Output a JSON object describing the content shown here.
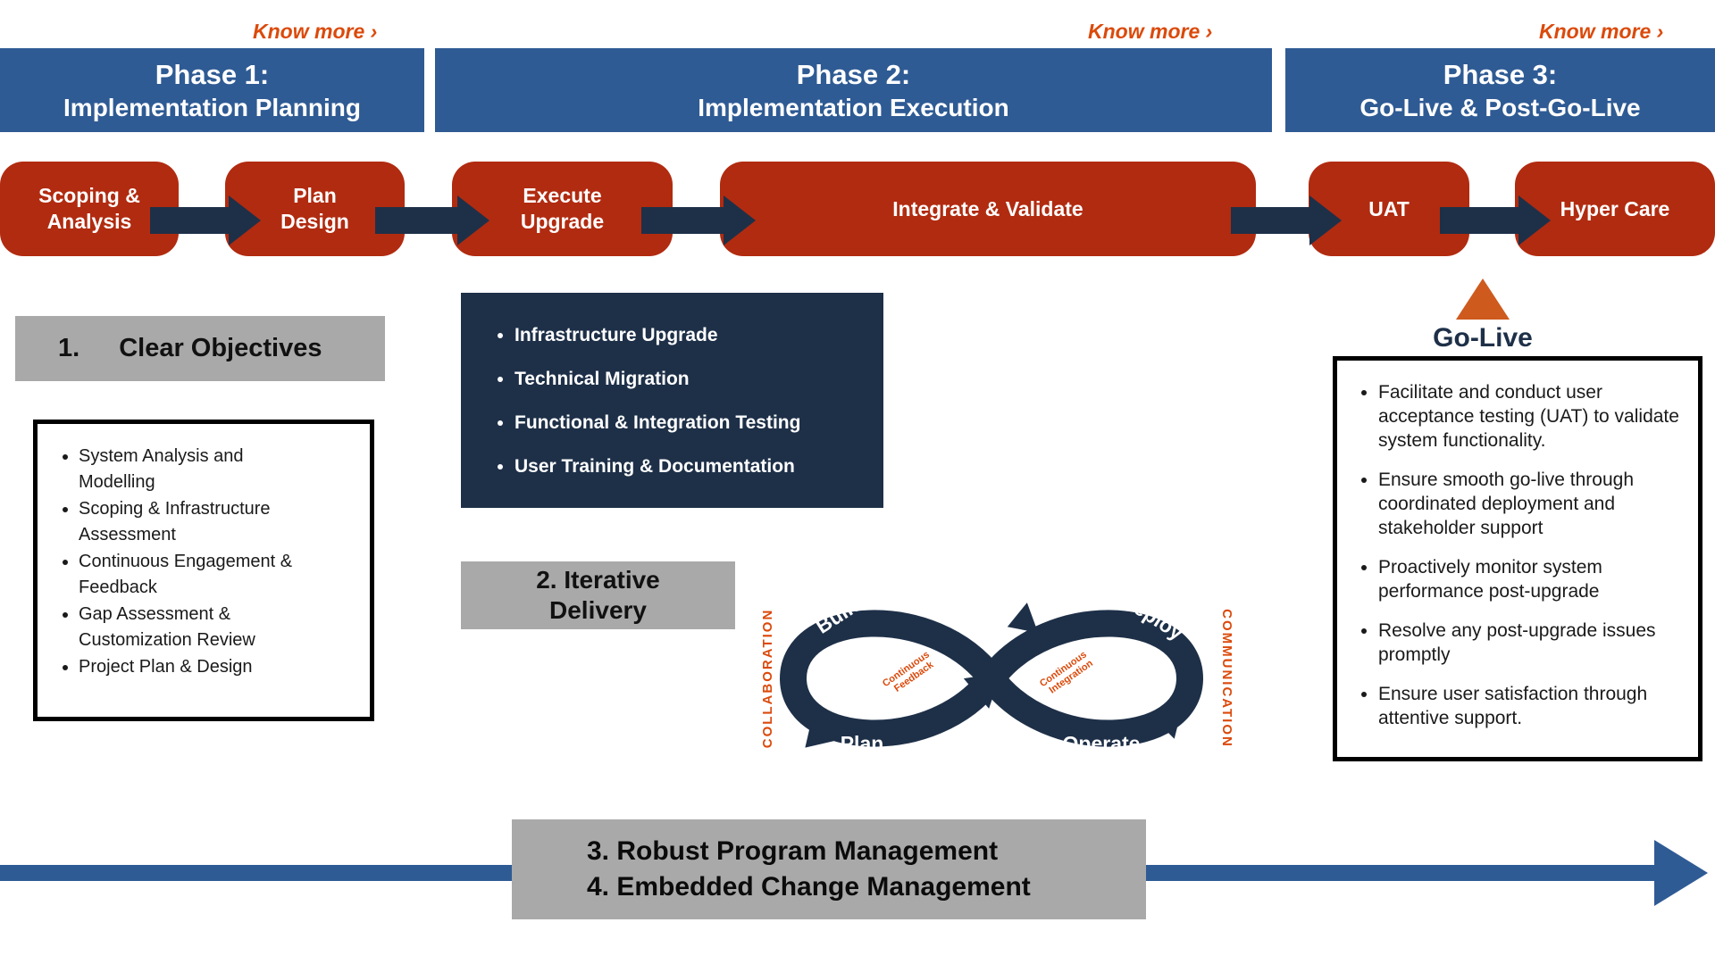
{
  "palette": {
    "blue": "#2F5B94",
    "red": "#B12B10",
    "navy": "#1E3048",
    "gray": "#A9A9A9",
    "orange": "#DB4A0B",
    "golive_orange": "#CE5A1E"
  },
  "header": {
    "know_more": "Know more ›",
    "phases": [
      {
        "line1": "Phase 1:",
        "line2": "Implementation Planning"
      },
      {
        "line1": "Phase 2:",
        "line2": "Implementation Execution"
      },
      {
        "line1": "Phase 3:",
        "line2": "Go-Live & Post-Go-Live"
      }
    ]
  },
  "process": {
    "steps": [
      {
        "label": "Scoping & Analysis"
      },
      {
        "label": "Plan Design"
      },
      {
        "label": "Execute Upgrade"
      },
      {
        "label": "Integrate & Validate"
      },
      {
        "label": "UAT"
      },
      {
        "label": "Hyper Care"
      }
    ]
  },
  "golive": {
    "label": "Go-Live"
  },
  "planning": {
    "objective_number": "1.",
    "objective_label": "Clear Objectives",
    "items": [
      "System Analysis and Modelling",
      "Scoping & Infrastructure Assessment",
      "Continuous Engagement & Feedback",
      "Gap Assessment & Customization Review",
      "Project Plan & Design"
    ]
  },
  "execution": {
    "items": [
      "Infrastructure Upgrade",
      "Technical Migration",
      "Functional & Integration Testing",
      "User Training & Documentation"
    ],
    "iterative_title": "2. Iterative Delivery"
  },
  "devops": {
    "build": "Build",
    "deploy": "Deploy",
    "plan": "Plan",
    "operate": "Operate",
    "collaboration": "COLLABORATION",
    "communication": "COMMUNICATION",
    "feedback_1": "Continuous",
    "feedback_2": "Feedback",
    "integration_1": "Continuous",
    "integration_2": "Integration"
  },
  "postgolive": {
    "items": [
      "Facilitate and conduct user acceptance testing (UAT) to validate system functionality.",
      "Ensure smooth go-live through coordinated deployment and stakeholder support",
      "Proactively monitor system performance post-upgrade",
      "Resolve any post-upgrade issues promptly",
      "Ensure user satisfaction through attentive support."
    ]
  },
  "footer": {
    "line1": "3. Robust Program Management",
    "line2": "4. Embedded Change Management"
  }
}
